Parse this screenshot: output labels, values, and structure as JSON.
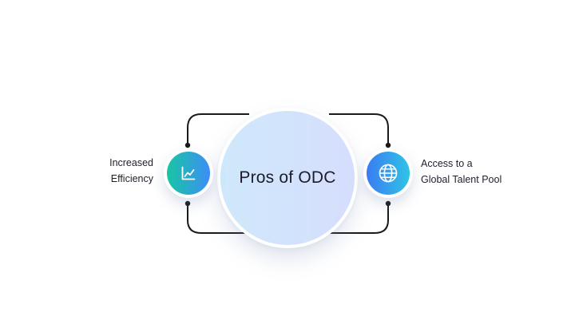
{
  "center": {
    "title": "Pros of ODC"
  },
  "nodes": [
    {
      "icon": "chart-line-icon",
      "label_lines": [
        "Increased",
        "Efficiency"
      ],
      "gradient": [
        "#19c5a3",
        "#3d8ef5"
      ]
    },
    {
      "icon": "globe-icon",
      "label_lines": [
        "Access to a",
        "Global Talent Pool"
      ],
      "gradient": [
        "#3b7cf2",
        "#2fc4e6"
      ]
    }
  ],
  "colors": {
    "connector": "#1a1a1a",
    "center_gradient_start": "#cfe8fb",
    "center_gradient_end": "#d6defd",
    "text": "#1c1c2a"
  }
}
